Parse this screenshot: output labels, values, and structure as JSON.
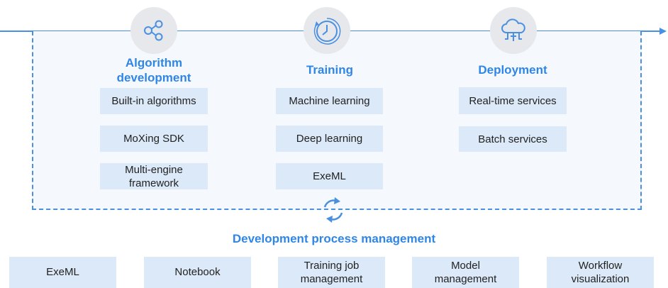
{
  "columns": [
    {
      "title": "Algorithm development",
      "icon": "share-nodes-icon",
      "items": [
        "Built-in algorithms",
        "MoXing SDK",
        "Multi-engine framework"
      ]
    },
    {
      "title": "Training",
      "icon": "clock-icon",
      "items": [
        "Machine learning",
        "Deep learning",
        "ExeML"
      ]
    },
    {
      "title": "Deployment",
      "icon": "cloud-icon",
      "items": [
        "Real-time services",
        "Batch services"
      ]
    }
  ],
  "management": {
    "title": "Development process management",
    "icon": "cycle-icon",
    "items": [
      "ExeML",
      "Notebook",
      "Training job management",
      "Model management",
      "Workflow visualization"
    ]
  },
  "colors": {
    "accent": "#2f86e6",
    "line": "#4a90e2",
    "box": "#dbe9f8",
    "panel": "#f5f8fd",
    "icon_circle": "#e6e8ec"
  }
}
